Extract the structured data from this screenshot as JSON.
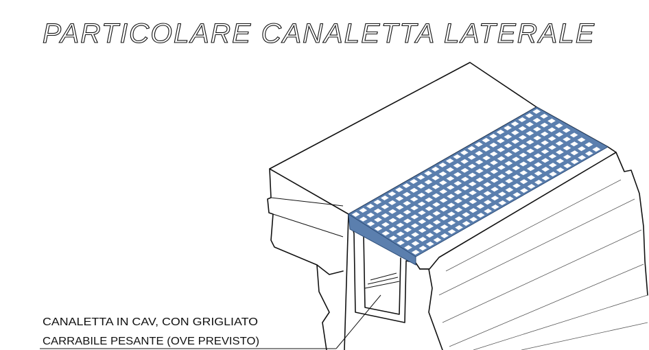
{
  "title": "PARTICOLARE  CANALETTA  LATERALE",
  "callout": {
    "line1": "CANALETTA IN CAV,  CON GRIGLIATO",
    "line2": "CARRABILE PESANTE (OVE PREVISTO)"
  },
  "colors": {
    "grating": "#5b7fae",
    "grating_slot": "#ffffff",
    "line": "#111111"
  }
}
